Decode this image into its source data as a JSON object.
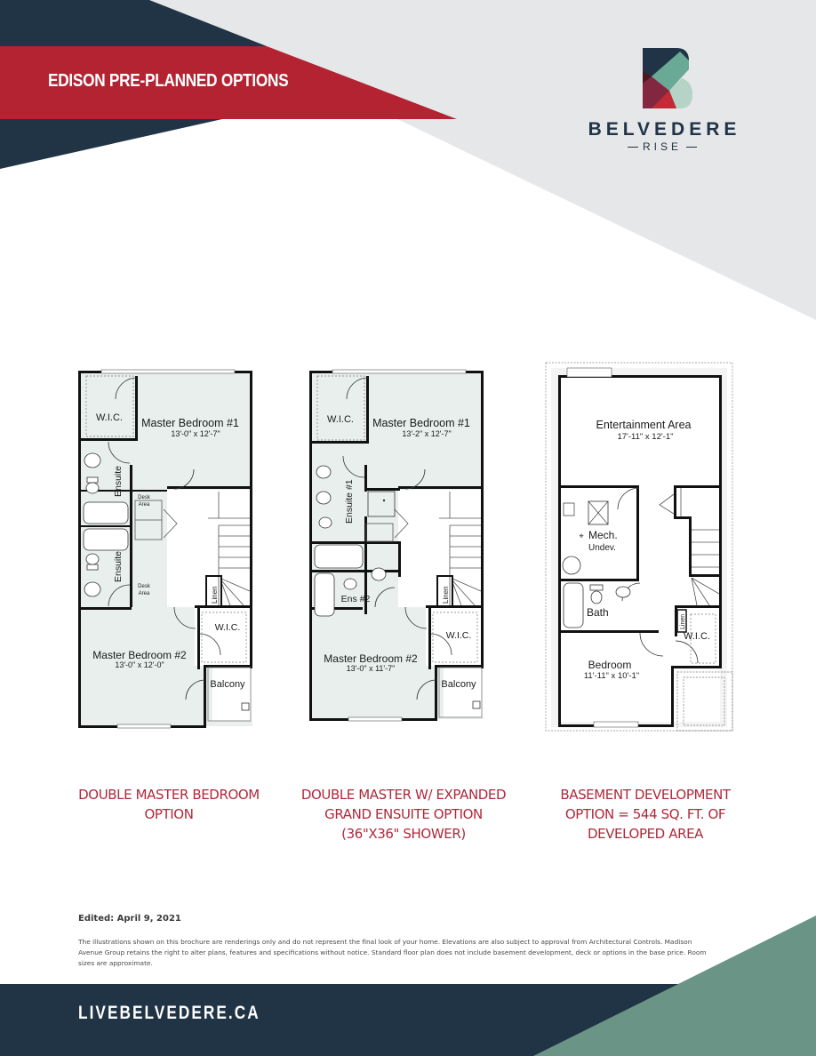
{
  "header": {
    "banner_title": "EDISON PRE-PLANNED OPTIONS"
  },
  "brand": {
    "name": "BELVEDERE",
    "subname": "RISE",
    "colors": {
      "navy": "#203446",
      "red": "#b32332",
      "light_gray": "#e6e7e9",
      "sage": "#6a9486",
      "mint": "#b5d3c7",
      "teal": "#6aa996",
      "maroon": "#832740"
    }
  },
  "plans": [
    {
      "id": "double-master",
      "caption_lines": [
        "DOUBLE MASTER BEDROOM",
        "OPTION"
      ],
      "rooms": {
        "wic_top": "W.I.C.",
        "master1_name": "Master Bedroom #1",
        "master1_size": "13'-0\" x 12'-7\"",
        "ensuite_top": "Ensuite",
        "desk_top_1": "Desk",
        "desk_top_2": "Area",
        "ensuite_bottom": "Ensuite",
        "desk_bottom_1": "Desk",
        "desk_bottom_2": "Area",
        "linen": "Linen",
        "wic_bottom": "W.I.C.",
        "master2_name": "Master Bedroom #2",
        "master2_size": "13'-0\" x 12'-0\"",
        "balcony": "Balcony"
      }
    },
    {
      "id": "expanded-ensuite",
      "caption_lines": [
        "DOUBLE MASTER W/ EXPANDED",
        "GRAND ENSUITE OPTION",
        "(36\"X36\" SHOWER)"
      ],
      "rooms": {
        "wic_top": "W.I.C.",
        "master1_name": "Master Bedroom #1",
        "master1_size": "13'-2\" x 12'-7\"",
        "ensuite1": "Ensuite #1",
        "ens2": "Ens #2",
        "linen": "Linen",
        "wic_bottom": "W.I.C.",
        "master2_name": "Master Bedroom #2",
        "master2_size": "13'-0\" x 11'-7\"",
        "balcony": "Balcony"
      }
    },
    {
      "id": "basement",
      "caption_lines": [
        "BASEMENT DEVELOPMENT",
        "OPTION = 544 SQ. FT. OF",
        "DEVELOPED AREA"
      ],
      "rooms": {
        "entertainment_name": "Entertainment Area",
        "entertainment_size": "17'-11\" x 12'-1\"",
        "mech_1": "Mech.",
        "mech_2": "Undev.",
        "bath": "Bath",
        "linen": "Linen",
        "wic": "W.I.C.",
        "bedroom_name": "Bedroom",
        "bedroom_size": "11'-11\" x 10'-1\""
      }
    }
  ],
  "footer": {
    "edited": "Edited: April 9, 2021",
    "disclaimer": "The illustrations shown on this brochure are renderings only and do not represent the final look of your home. Elevations are also subject to approval from Architectural Controls. Madison Avenue Group retains the right to alter plans, features and specifications without notice. Standard floor plan does not include basement development, deck or options in the base price. Room sizes are approximate.",
    "website": "LIVEBELVEDERE.CA"
  }
}
